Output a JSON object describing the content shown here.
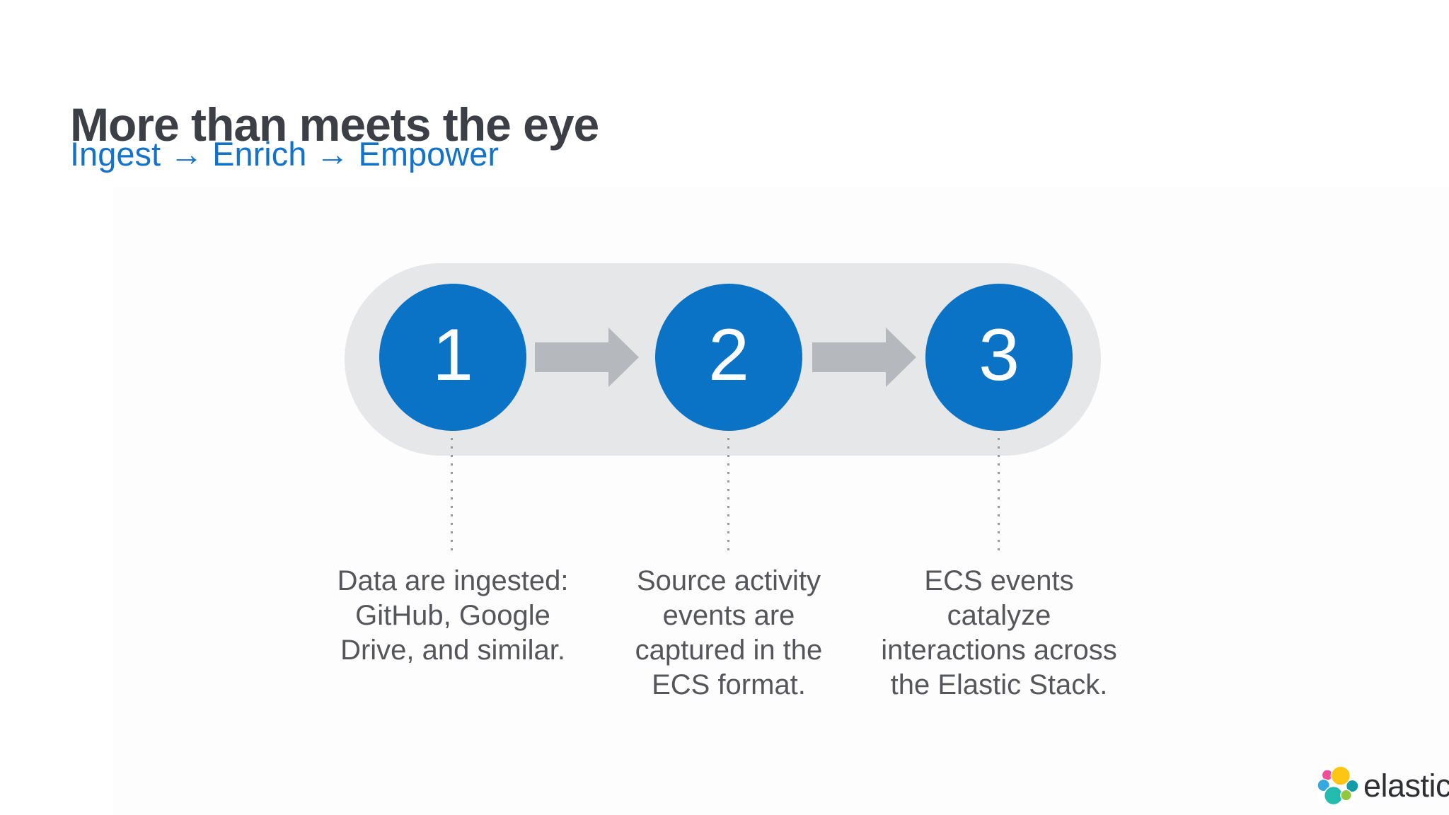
{
  "slide": {
    "title": "More than meets the eye",
    "subtitle": "Ingest → Enrich → Empower"
  },
  "process": {
    "steps": [
      {
        "number": "1",
        "description": "Data are ingested:\nGitHub, Google\nDrive, and similar."
      },
      {
        "number": "2",
        "description": "Source activity\nevents are\ncaptured in the\nECS format."
      },
      {
        "number": "3",
        "description": "ECS events\ncatalyze\ninteractions across\nthe Elastic Stack."
      }
    ]
  },
  "icons": {
    "step_connector": "arrow-right-icon",
    "drop_line": "dotted-vertical-line",
    "brand": "elastic-logo-icon"
  },
  "footer": {
    "logo_text": "elastic"
  },
  "colors": {
    "step_circle_blue": "#0a73c6",
    "subtitle_blue": "#1373cb",
    "title_dark": "#3c4046",
    "body_text_gray": "#54565a",
    "pill_gray": "#e6e7e9",
    "arrow_gray": "#b5b8bc",
    "dot_gray": "#97999d",
    "logo_yellow": "#fdc514",
    "logo_pink": "#ef4e98",
    "logo_blue": "#35a8e0",
    "logo_teal": "#25bcb0",
    "logo_green": "#8fc73e",
    "logo_dark_teal": "#149ba8"
  }
}
